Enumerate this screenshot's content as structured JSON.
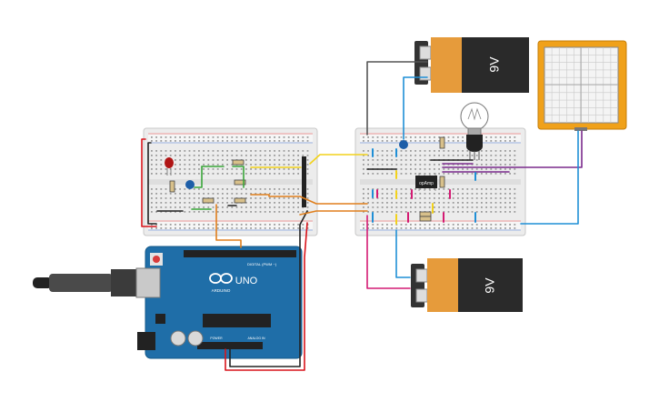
{
  "scene": {
    "title": "",
    "components": {
      "battery_top": {
        "label": "9V"
      },
      "battery_bottom": {
        "label": "9V"
      },
      "opamp": {
        "label": "opAmp"
      },
      "arduino": {
        "brand": "ARDUINO",
        "model": "UNO",
        "header_digital": "DIGITAL (PWM ~)",
        "header_power": "POWER",
        "header_analog": "ANALOG IN"
      }
    },
    "colors": {
      "wire_red": "#d9141b",
      "wire_black": "#222222",
      "wire_blue": "#1f8fd6",
      "wire_green": "#3aa63a",
      "wire_yellow": "#f2d21b",
      "wire_orange": "#e07f1d",
      "wire_purple": "#7a2a8c",
      "wire_magenta": "#d41a73",
      "board_blue": "#1f6ea8",
      "breadboard": "#ebebeb",
      "oscilloscope": "#f0a11a"
    }
  }
}
